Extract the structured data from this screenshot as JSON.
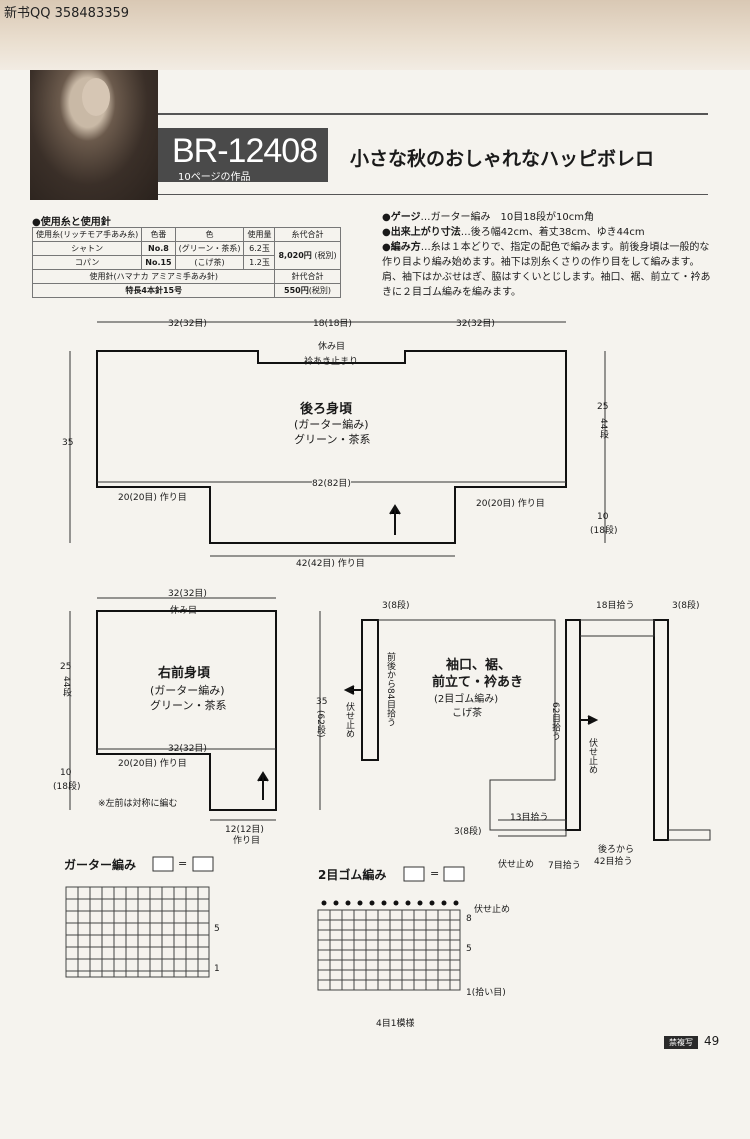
{
  "watermark": "新书QQ 358483359",
  "pattern": {
    "code": "BR-12408",
    "page_ref": "10ページの作品",
    "title": "小さな秋のおしゃれなハッピボレロ"
  },
  "materials": {
    "heading": "●使用糸と使用針",
    "header": [
      "使用糸(リッチモア手あみ糸)",
      "色番",
      "色",
      "使用量",
      "糸代合計"
    ],
    "rows": [
      [
        "シャトン",
        "No.8",
        "(グリーン・茶系)",
        "6.2玉"
      ],
      [
        "コパン",
        "No.15",
        "(こげ茶)",
        "1.2玉"
      ]
    ],
    "yarn_total": "8,020円",
    "yarn_total_note": "(税別)",
    "needle_header": "使用針(ハマナカ アミアミ手あみ針)",
    "needle_cost_header": "針代合計",
    "needle": "特長4本針15号",
    "needle_total": "550円",
    "needle_total_note": "(税別)"
  },
  "specs": {
    "gauge_label": "●ゲージ",
    "gauge": "…ガーター編み　10目18段が10cm角",
    "size_label": "●出来上がり寸法",
    "size": "…後ろ幅42cm、着丈38cm、ゆき44cm",
    "method_label": "●編み方",
    "method": "…糸は１本どりで、指定の配色で編みます。前後身頃は一般的な作り目より編み始めます。袖下は別糸くさりの作り目をして編みます。肩、袖下はかぶせはぎ、脇はすくいとじします。袖口、裾、前立て・衿あきに２目ゴム編みを編みます。"
  },
  "back": {
    "title": "後ろ身頃",
    "stitch": "(ガーター編み)",
    "color": "グリーン・茶系",
    "top_left": "32(32目)",
    "top_center": "18(18目)",
    "top_right": "32(32目)",
    "rest": "休み目",
    "neck": "衿あき止まり",
    "width": "82(82目)",
    "left_cast": "20(20目) 作り目",
    "right_cast": "20(20目) 作り目",
    "bottom_cast": "42(42目) 作り目",
    "height": "35",
    "upper_side": "25",
    "upper_side_rows": "44段",
    "lower_side": "10",
    "lower_side_rows": "(18段)"
  },
  "front": {
    "title": "右前身頃",
    "stitch": "(ガーター編み)",
    "color": "グリーン・茶系",
    "top": "32(32目)",
    "rest": "休み目",
    "bottom_top": "32(32目)",
    "left_cast": "20(20目) 作り目",
    "bottom_cast": "12(12目)",
    "bottom_cast2": "作り目",
    "note": "※左前は対称に編む",
    "upper_side": "25",
    "upper_side_rows": "44段",
    "lower_side": "10",
    "lower_side_rows": "(18段)",
    "right_height": "35",
    "right_height_rows": "(62段)"
  },
  "trim": {
    "title1": "袖口、裾、",
    "title2": "前立て・衿あき",
    "stitch": "(2目ゴム編み)",
    "color": "こげ茶",
    "left_rows": "3(8段)",
    "pickup_front": "前後から84目拾う",
    "bind_off": "伏せ止め",
    "pickup_62": "62目拾う",
    "bind_off2": "伏せ止め",
    "top_pick": "18目拾う",
    "top_rows": "3(8段)",
    "pick13": "13目拾う",
    "bottom_rows": "3(8段)",
    "bind_off3": "伏せ止め",
    "pick7": "7目拾う",
    "back_pick": "後ろから",
    "back_pick2": "42目拾う"
  },
  "charts": {
    "garter_title": "ガーター編み",
    "garter_key": "=",
    "rib_title": "2目ゴム編み",
    "rib_key": "=",
    "garter_rows": [
      "5",
      "1"
    ],
    "rib_rows": [
      "8",
      "5",
      "1(拾い目)"
    ],
    "rib_bindoff": "伏せ止め",
    "rib_repeat": "4目1模様"
  },
  "footer": {
    "badge": "禁複写",
    "page": "49"
  }
}
